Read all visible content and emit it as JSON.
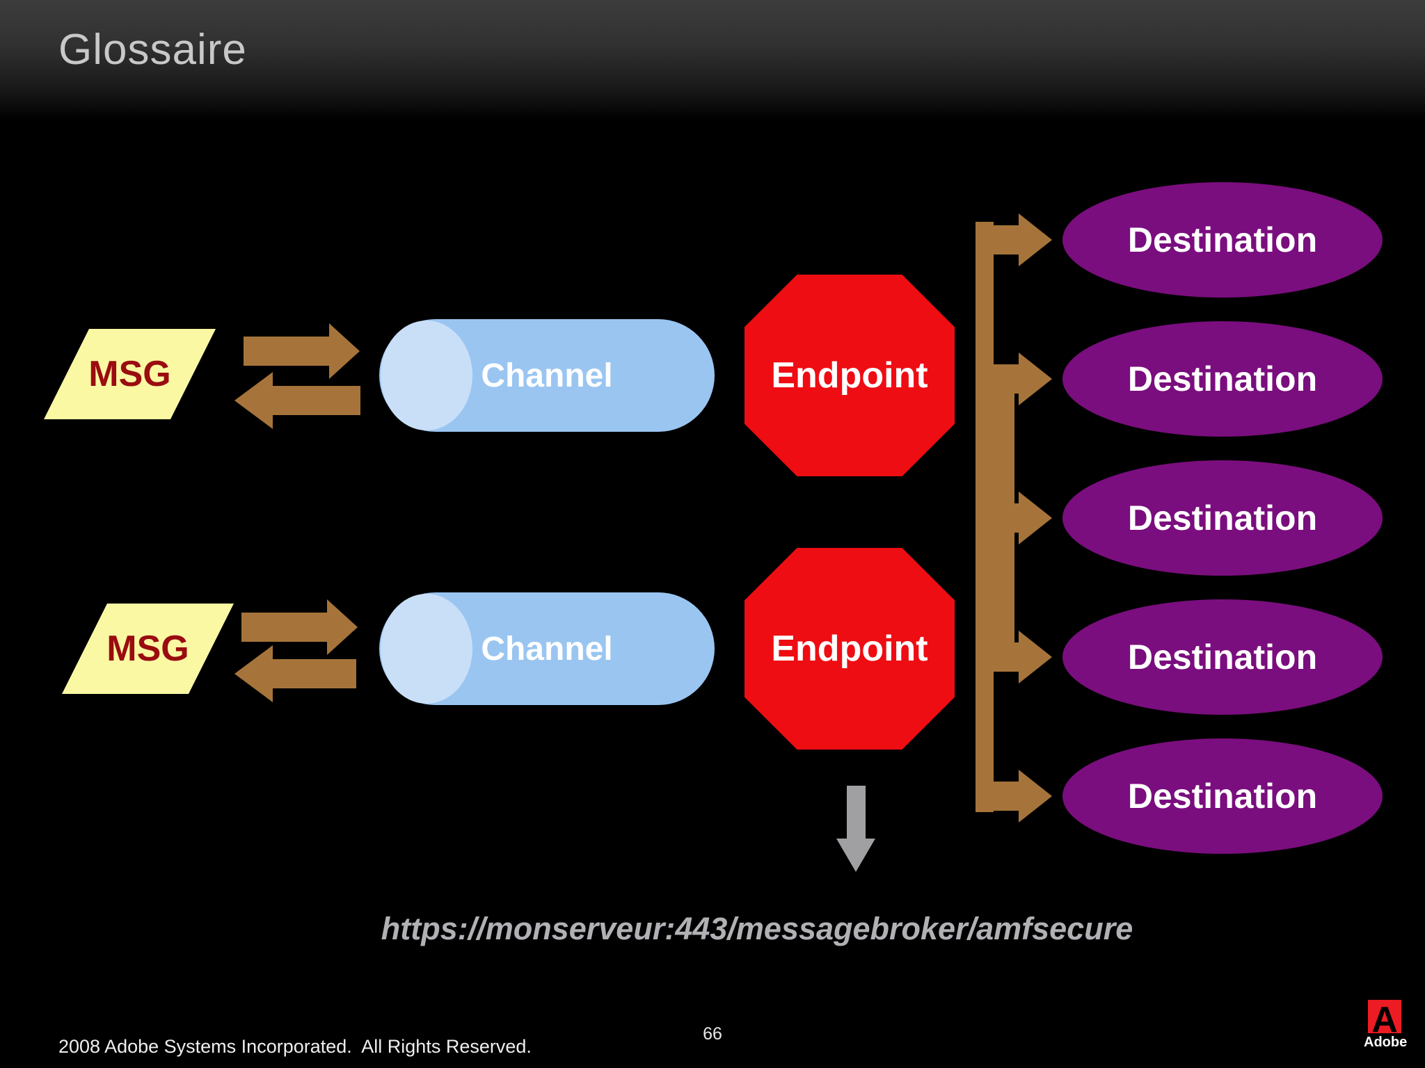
{
  "slide": {
    "title": "Glossaire",
    "footer": "2008 Adobe Systems Incorporated.  All Rights Reserved.",
    "page_number": "66",
    "brand": {
      "wordmark": "Adobe"
    }
  },
  "diagram": {
    "rows": [
      {
        "msg": "MSG",
        "channel": "Channel",
        "endpoint": "Endpoint"
      },
      {
        "msg": "MSG",
        "channel": "Channel",
        "endpoint": "Endpoint"
      }
    ],
    "destinations": [
      "Destination",
      "Destination",
      "Destination",
      "Destination",
      "Destination"
    ],
    "url_caption": "https://monserveur:443/messagebroker/amfsecure",
    "colors": {
      "msg_fill": "#FAF8A3",
      "msg_text": "#9A0C10",
      "channel_fill": "#9AC5F1",
      "channel_cap": "#C9DFF8",
      "endpoint_fill": "#EE0D13",
      "destination_fill": "#7A0E7E",
      "connector_brown": "#A6743A",
      "down_arrow_gray": "#A0A0A3",
      "label_text": "#FFFFFF",
      "title_text": "#C8C8C8",
      "url_text": "#B1B0B5",
      "adobe_red": "#ED1B23"
    }
  }
}
